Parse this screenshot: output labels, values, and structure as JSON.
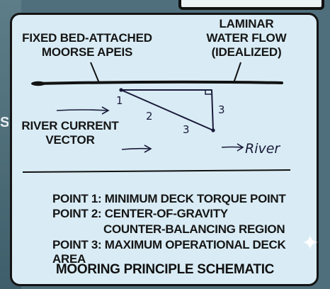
{
  "side_text": "S",
  "labels": {
    "fixed_bed": "FIXED BED-ATTACHED\nMOORSE APEIS",
    "laminar": "LAMINAR\nWATER FLOW\n(IDEALIZED)",
    "river_current": "RIVER CURRENT\nVECTOR"
  },
  "diagram": {
    "point_1": "1",
    "point_2": "2",
    "point_3": "3",
    "side_3": "3",
    "river": "River"
  },
  "legend": {
    "line1": "POINT 1: MINIMUM DECK TORQUE POINT",
    "line2": "POINT 2: CENTER-OF-GRAVITY",
    "line3": "COUNTER-BALANCING REGION",
    "line4": "POINT 3: MAXIMUM OPERATIONAL DECK AREA"
  },
  "title": "MOORING PRINCIPLE SCHEMATIC",
  "colors": {
    "board": "#d9ecf5",
    "ink": "#151515",
    "background": "#4f6f7c"
  }
}
